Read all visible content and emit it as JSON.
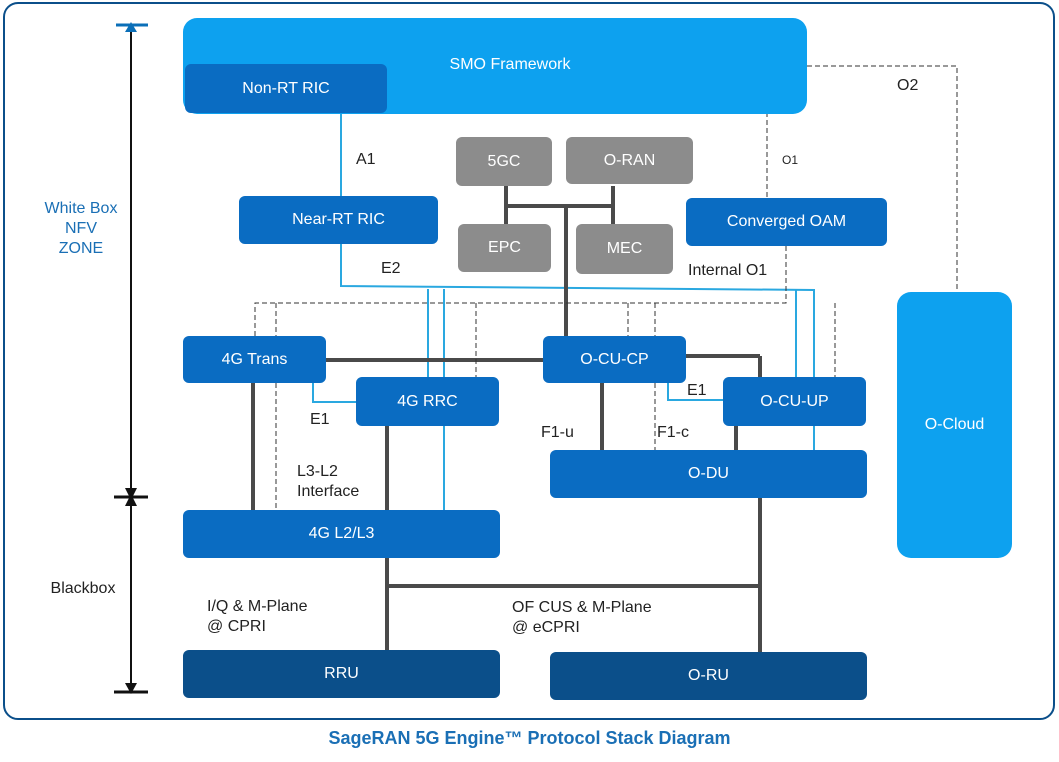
{
  "blocks": {
    "smo": "SMO Framework",
    "non_rt_ric": "Non-RT RIC",
    "near_rt_ric": "Near-RT RIC",
    "core_5g": "5GC",
    "oran": "O-RAN",
    "epc": "EPC",
    "mec": "MEC",
    "converged_oam": "Converged OAM",
    "trans_4g": "4G Trans",
    "rrc_4g": "4G RRC",
    "o_cu_cp": "O-CU-CP",
    "o_cu_up": "O-CU-UP",
    "o_du": "O-DU",
    "l2l3_4g": "4G L2/L3",
    "rru": "RRU",
    "o_ru": "O-RU",
    "o_cloud": "O-Cloud"
  },
  "interfaces": {
    "a1": "A1",
    "e2": "E2",
    "o1": "O1",
    "o2": "O2",
    "internal_o1": "Internal O1",
    "e1_left": "E1",
    "e1_right": "E1",
    "f1u": "F1-u",
    "f1c": "F1-c",
    "l3l2_line1": "L3-L2",
    "l3l2_line2": "Interface",
    "iq_line1": "I/Q & M-Plane",
    "iq_line2": "@ CPRI",
    "ofcus_line1": "OF CUS & M-Plane",
    "ofcus_line2": "@ eCPRI"
  },
  "zones": {
    "whitebox_line1": "White Box",
    "whitebox_line2": "NFV",
    "whitebox_line3": "ZONE",
    "blackbox": "Blackbox"
  },
  "caption": "SageRAN 5G Engine™ Protocol Stack Diagram",
  "colors": {
    "sky_blue": "#0da1ef",
    "mid_blue": "#0a6cc2",
    "dark_blue": "#0b4f8a",
    "grey": "#8c8c8c",
    "connector": "#4a4a4a",
    "link_blue": "#2aa8e0",
    "caption_blue": "#1a6fb5"
  }
}
